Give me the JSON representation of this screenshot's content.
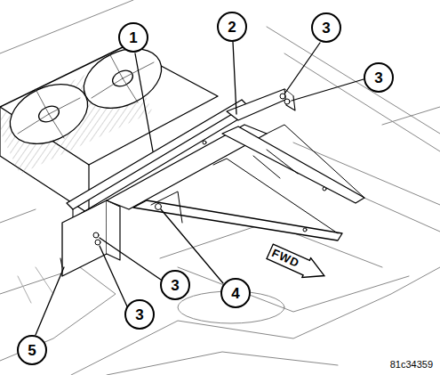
{
  "diagram": {
    "nodes": [
      {
        "text": [
          "1"
        ]
      },
      {
        "text": [
          "2"
        ]
      },
      {
        "text": [
          "3"
        ]
      },
      {
        "text": [
          "3"
        ]
      },
      {
        "text": [
          "3"
        ]
      },
      {
        "text": [
          "4"
        ]
      },
      {
        "text": [
          "FWD"
        ]
      },
      {
        "text": [
          "3"
        ]
      },
      {
        "text": [
          "5"
        ]
      }
    ],
    "labels": [
      "81c34359"
    ]
  }
}
